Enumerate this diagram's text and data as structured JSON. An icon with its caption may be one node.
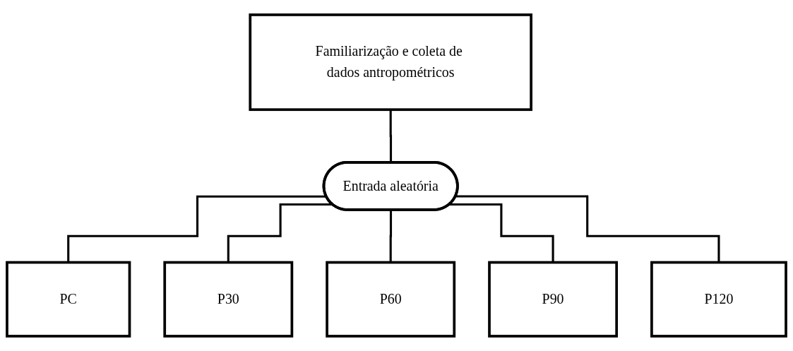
{
  "diagram": {
    "nodes": [
      {
        "text": [
          "Familiarização e coleta de dados antropométricos"
        ]
      },
      {
        "text": [
          "Entrada aleatória"
        ]
      },
      {
        "text": [
          "PC"
        ]
      },
      {
        "text": [
          "P30"
        ]
      },
      {
        "text": [
          "P60"
        ]
      },
      {
        "text": [
          "P90"
        ]
      },
      {
        "text": [
          "P120"
        ]
      }
    ],
    "edges": [
      {
        "from": 0,
        "to": 1,
        "arrow": "none"
      },
      {
        "from": 1,
        "to": 2,
        "arrow": "none"
      },
      {
        "from": 1,
        "to": 3,
        "arrow": "none"
      },
      {
        "from": 1,
        "to": 4,
        "arrow": "none"
      },
      {
        "from": 1,
        "to": 5,
        "arrow": "none"
      },
      {
        "from": 1,
        "to": 6,
        "arrow": "none"
      }
    ]
  }
}
